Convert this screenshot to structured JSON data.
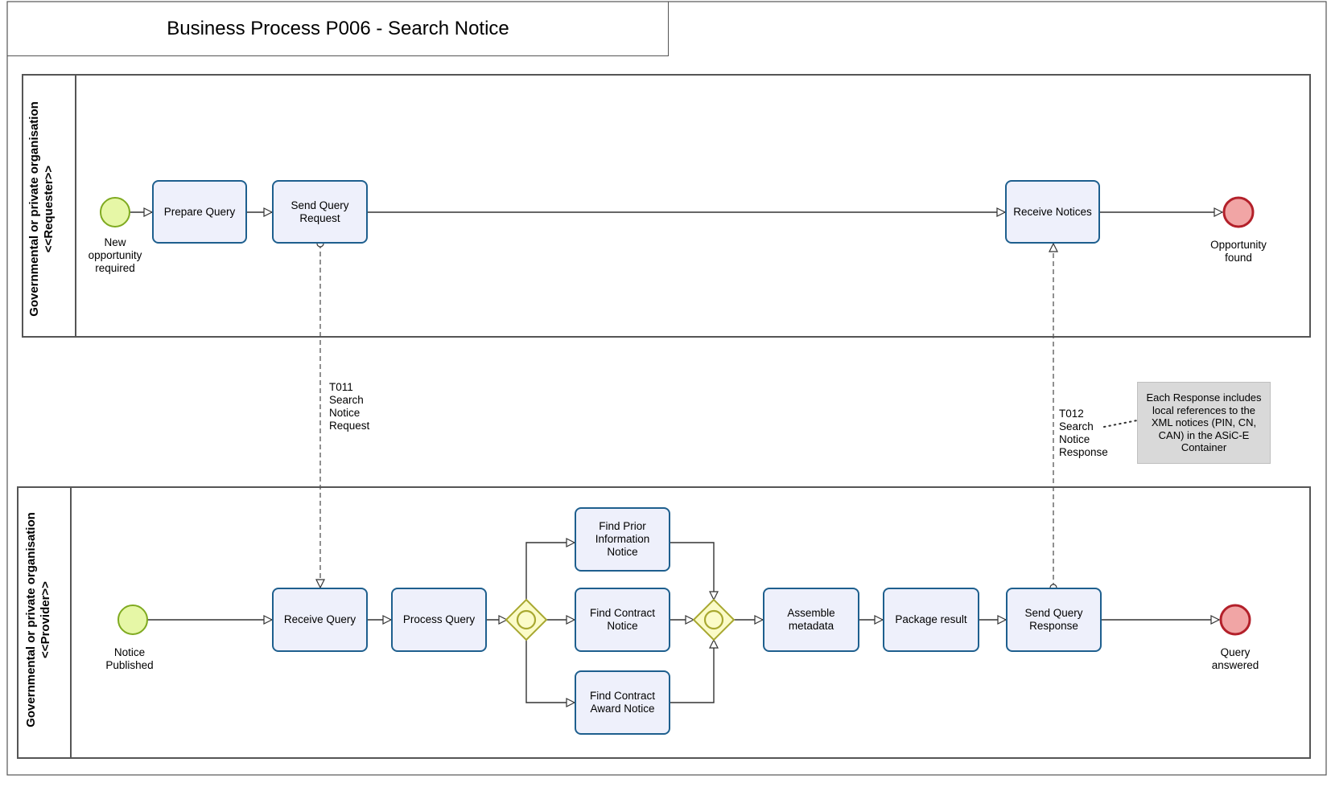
{
  "title": "Business Process P006 - Search Notice",
  "lanes": {
    "requester": {
      "name": "Governmental or private organisation",
      "role": "<<Requester>>"
    },
    "provider": {
      "name": "Governmental or private organisation",
      "role": "<<Provider>>"
    }
  },
  "events": {
    "req_start": "New\nopportunity\nrequired",
    "req_end": "Opportunity\nfound",
    "prov_start": "Notice\nPublished",
    "prov_end": "Query\nanswered"
  },
  "tasks": {
    "prepare_query": "Prepare Query",
    "send_query_request": "Send Query\nRequest",
    "receive_notices": "Receive Notices",
    "receive_query": "Receive Query",
    "process_query": "Process Query",
    "find_prior_information_notice": "Find Prior\nInformation\nNotice",
    "find_contract_notice": "Find Contract\nNotice",
    "find_contract_award_notice": "Find Contract\nAward Notice",
    "assemble_metadata": "Assemble\nmetadata",
    "package_result": "Package result",
    "send_query_response": "Send Query\nResponse"
  },
  "messages": {
    "t011": "T011\nSearch\nNotice\nRequest",
    "t012": "T012\nSearch\nNotice\nResponse"
  },
  "annotation": "Each Response includes\nlocal references to the\nXML notices (PIN, CN,\nCAN) in the ASiC-E\nContainer",
  "colors": {
    "task_border": "#1e5f8e",
    "task_fill": "#eef0fb",
    "start_fill": "#e6f7a6",
    "start_stroke": "#7faa20",
    "end_fill": "#f1a5a5",
    "end_stroke": "#b3202a",
    "gateway_fill": "#fbfbc8",
    "gateway_stroke": "#a8a830",
    "note_fill": "#d9d9d9"
  }
}
